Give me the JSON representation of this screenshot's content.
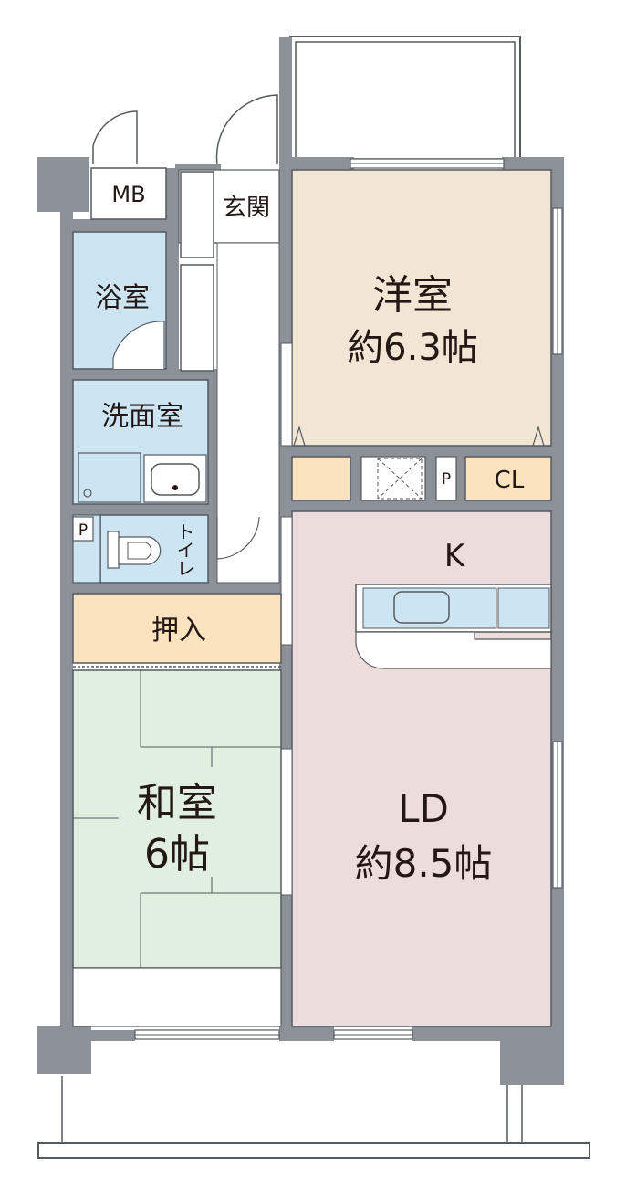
{
  "rooms": {
    "mb": "MB",
    "entrance": "玄関",
    "bath": "浴室",
    "washroom": "洗面室",
    "toilet": "トイレ",
    "toilet_p": "P",
    "western_name": "洋室",
    "western_size": "約6.3帖",
    "closet": "CL",
    "kitchen_p": "P",
    "kitchen": "K",
    "oshiire": "押入",
    "washitsu_name": "和室",
    "washitsu_size": "6帖",
    "ld_name": "LD",
    "ld_size": "約8.5帖"
  },
  "colors": {
    "wall": "#8c9197",
    "western": "#f1e5d3",
    "storage": "#fbe3bf",
    "water": "#cde4f2",
    "ld": "#ecdcdb",
    "washitsu": "#e0efdf"
  }
}
